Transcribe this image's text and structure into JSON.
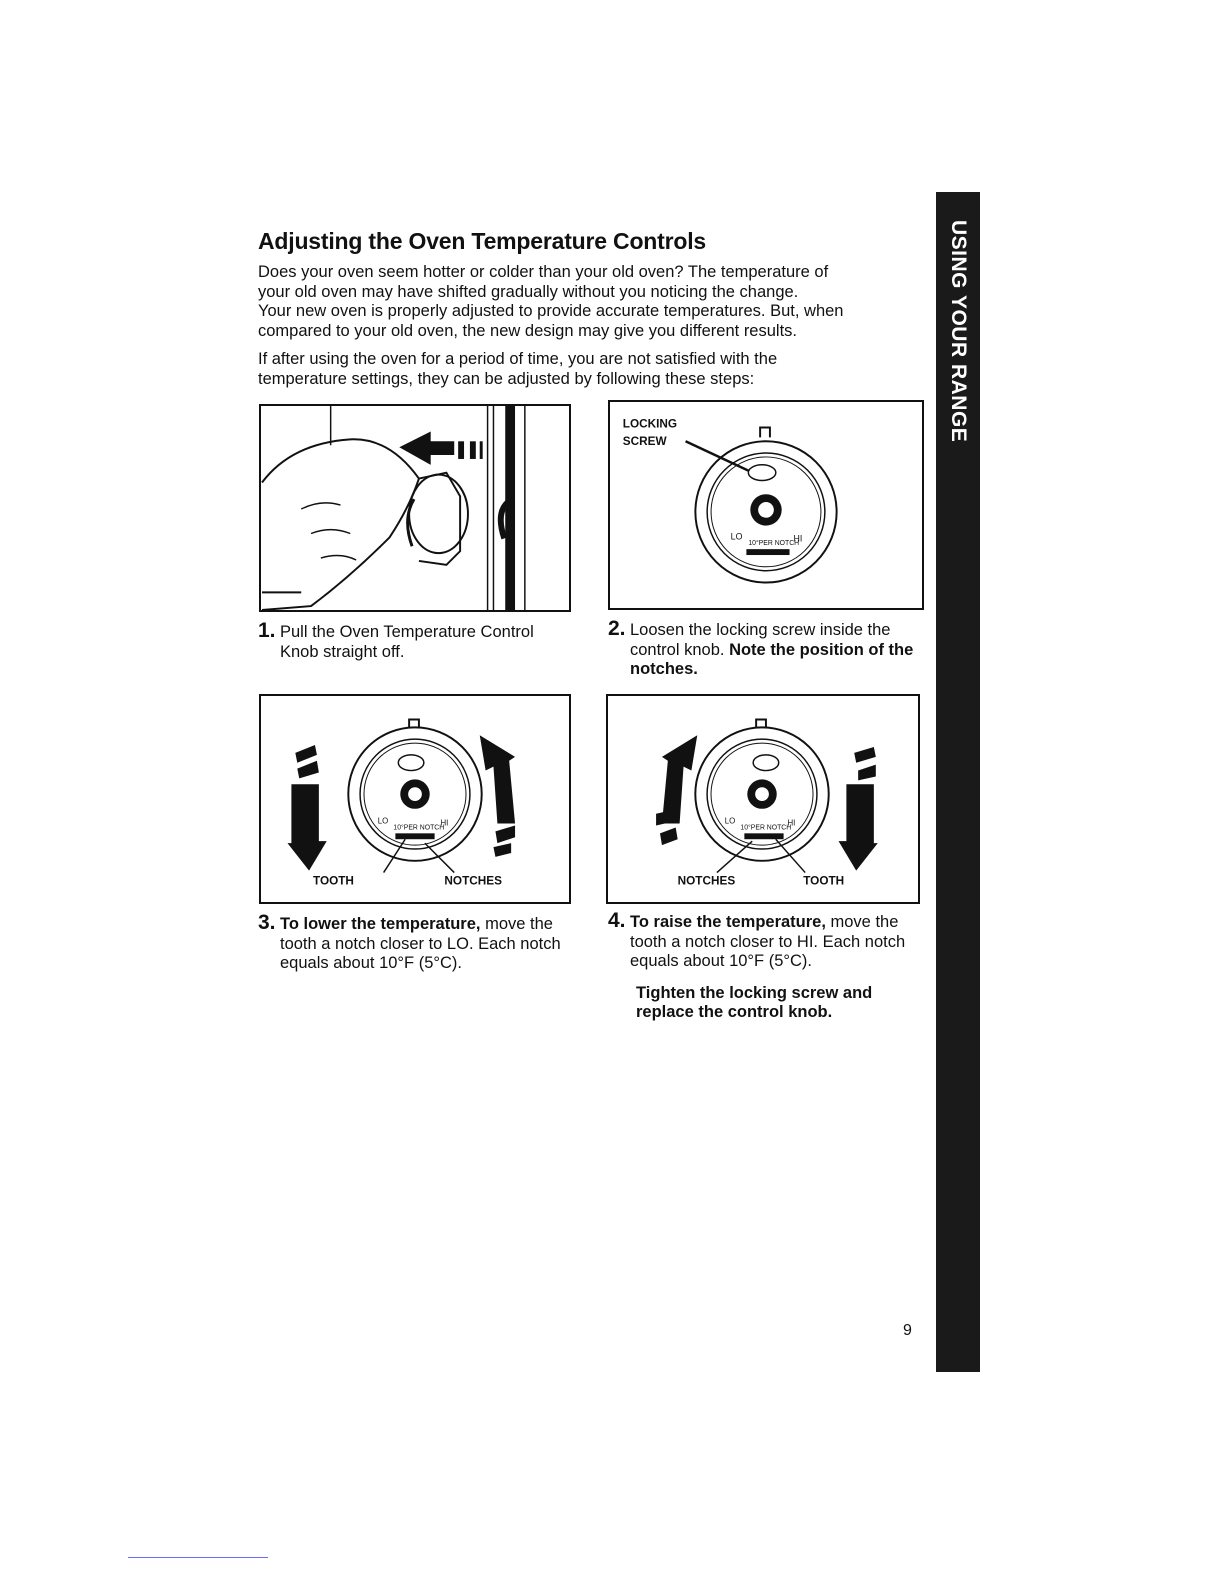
{
  "title": "Adjusting the Oven Temperature Controls",
  "side_tab": "USING YOUR RANGE",
  "intro": {
    "p1_lines": [
      "Does your oven seem hotter or colder than your old oven? The temperature of",
      "your old oven may have shifted gradually without you noticing the change.",
      "Your new oven is properly adjusted to provide accurate temperatures. But, when",
      "compared to your old oven, the new design may give you different results."
    ],
    "p2_lines": [
      "If after using the oven for a period of time, you are not satisfied with the",
      "temperature settings, they can be adjusted by following these steps:"
    ]
  },
  "figures": {
    "fig2": {
      "label_line1": "LOCKING",
      "label_line2": "SCREW",
      "dial_lo": "LO",
      "dial_hi": "HI",
      "dial_mid": "10°PER NOTCH"
    },
    "fig3": {
      "tooth": "TOOTH",
      "notches": "NOTCHES",
      "dial_lo": "LO",
      "dial_hi": "HI",
      "dial_mid": "10°PER NOTCH"
    },
    "fig4": {
      "tooth": "TOOTH",
      "notches": "NOTCHES",
      "dial_lo": "LO",
      "dial_hi": "HI",
      "dial_mid": "10°PER NOTCH"
    }
  },
  "steps": [
    {
      "num": "1.",
      "lines": [
        "Pull the Oven Temperature Control",
        "Knob straight off."
      ]
    },
    {
      "num": "2.",
      "text": "Loosen the locking screw inside the control knob. ",
      "bold": "Note the position of the notches."
    },
    {
      "num": "3.",
      "bold": "To lower the temperature,",
      "text": " move the tooth a notch closer to LO. Each notch equals about 10°F (5°C)."
    },
    {
      "num": "4.",
      "bold": "To raise the temperature,",
      "text": " move the tooth a notch closer to HI. Each notch equals about 10°F (5°C).",
      "note": "Tighten the locking screw and replace the control knob."
    }
  ],
  "page_number": "9"
}
